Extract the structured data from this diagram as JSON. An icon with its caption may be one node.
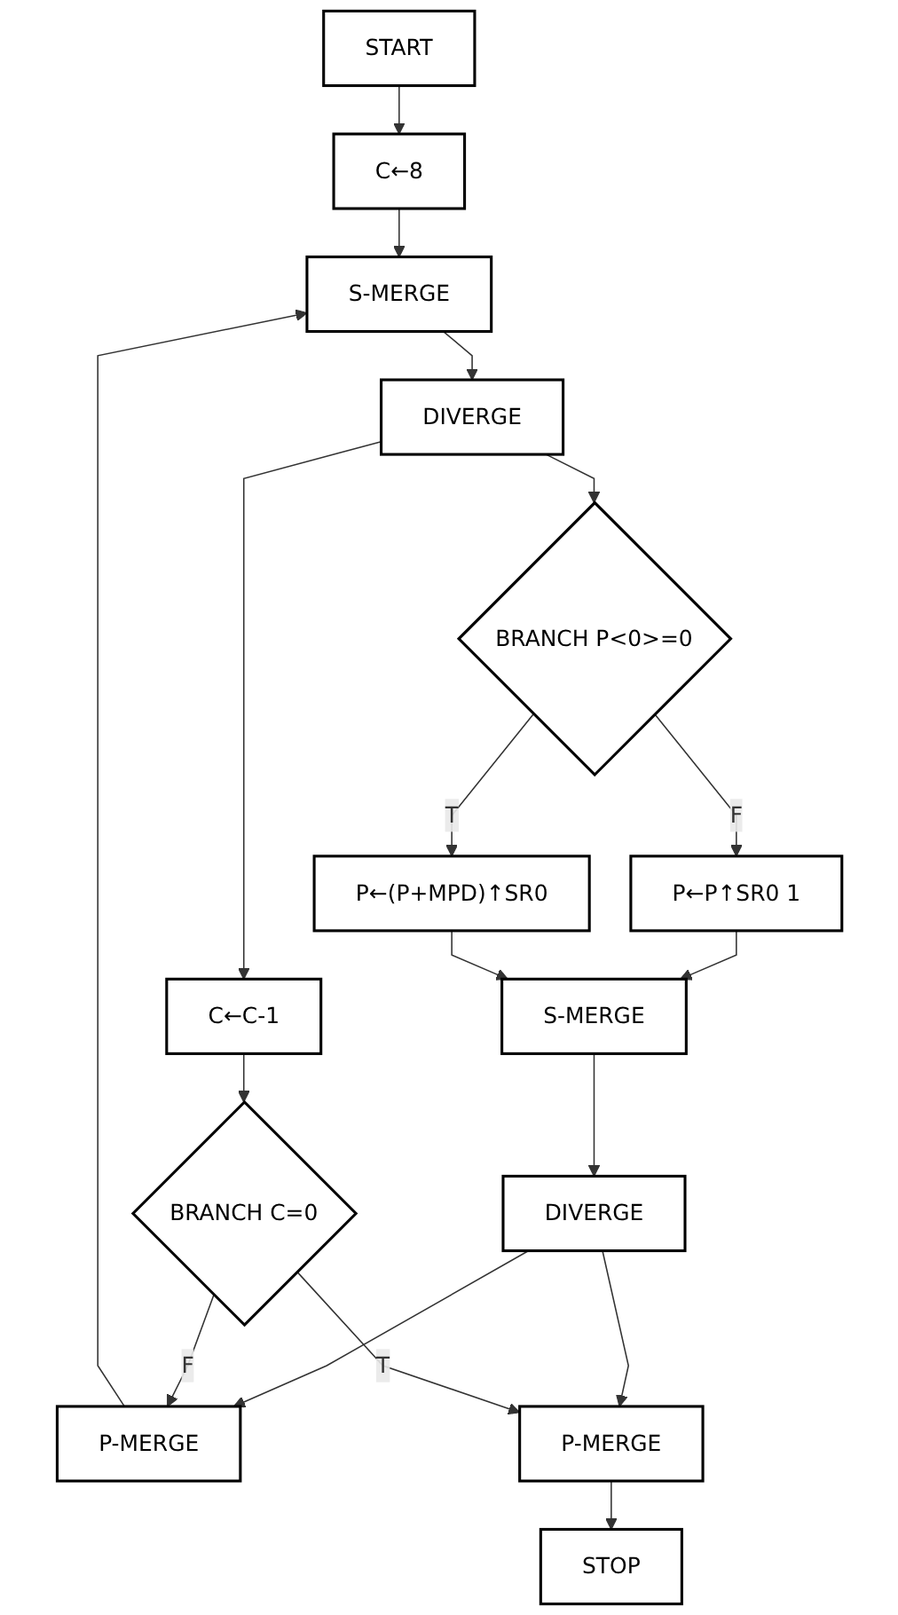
{
  "diagram": {
    "nodes": [
      {
        "text": [
          "START"
        ]
      },
      {
        "text": [
          "C←8"
        ]
      },
      {
        "text": [
          "S-MERGE"
        ]
      },
      {
        "text": [
          "DIVERGE"
        ]
      },
      {
        "text": [
          "BRANCH P<0>=0"
        ]
      },
      {
        "text": [
          "P←P↑SR0 1"
        ]
      },
      {
        "text": [
          "P←(P+MPD)↑SR0"
        ]
      },
      {
        "text": [
          "C←C-1"
        ]
      },
      {
        "text": [
          "S-MERGE"
        ]
      },
      {
        "text": [
          "DIVERGE"
        ]
      },
      {
        "text": [
          "BRANCH C=0"
        ]
      },
      {
        "text": [
          "P-MERGE"
        ]
      },
      {
        "text": [
          "P-MERGE"
        ]
      },
      {
        "text": [
          "STOP"
        ]
      }
    ],
    "edges": [
      {
        "from": 0,
        "to": 1,
        "arrow": "to"
      },
      {
        "from": 1,
        "to": 2,
        "arrow": "to"
      },
      {
        "from": 2,
        "to": 3,
        "arrow": "to"
      },
      {
        "from": 3,
        "to": 4,
        "arrow": "to"
      },
      {
        "from": 3,
        "to": 7,
        "arrow": "to"
      },
      {
        "from": 4,
        "to": 5,
        "label": "F",
        "arrow": "to"
      },
      {
        "from": 4,
        "to": 6,
        "label": "T",
        "arrow": "to"
      },
      {
        "from": 5,
        "to": 8,
        "arrow": "to"
      },
      {
        "from": 6,
        "to": 8,
        "arrow": "to"
      },
      {
        "from": 8,
        "to": 9,
        "arrow": "to"
      },
      {
        "from": 7,
        "to": 10,
        "arrow": "to"
      },
      {
        "from": 9,
        "to": 11,
        "arrow": "to"
      },
      {
        "from": 9,
        "to": 12,
        "arrow": "to"
      },
      {
        "from": 10,
        "to": 11,
        "label": "F",
        "arrow": "to"
      },
      {
        "from": 10,
        "to": 12,
        "label": "T",
        "arrow": "to"
      },
      {
        "from": 11,
        "to": 2,
        "arrow": "to"
      },
      {
        "from": 12,
        "to": 13,
        "arrow": "to"
      }
    ]
  }
}
